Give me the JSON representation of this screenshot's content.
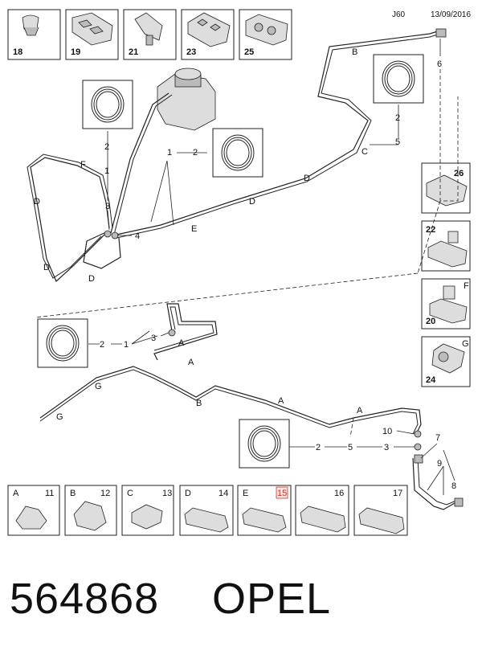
{
  "header": {
    "code": "J60",
    "date": "13/09/2016"
  },
  "top_thumbnails": [
    "18",
    "19",
    "21",
    "23",
    "25"
  ],
  "side_thumbnails": [
    {
      "num": "26",
      "letter": ""
    },
    {
      "num": "22",
      "letter": ""
    },
    {
      "num": "20",
      "letter": "F"
    },
    {
      "num": "24",
      "letter": "G"
    }
  ],
  "bottom_thumbnails": [
    {
      "letter": "A",
      "num": "11"
    },
    {
      "letter": "B",
      "num": "12"
    },
    {
      "letter": "C",
      "num": "13"
    },
    {
      "letter": "D",
      "num": "14"
    },
    {
      "letter": "E",
      "num": "15",
      "highlight": true
    },
    {
      "letter": "",
      "num": "16"
    },
    {
      "letter": "",
      "num": "17"
    }
  ],
  "callouts": {
    "n1": "1",
    "n2": "2",
    "n3": "3",
    "n4": "4",
    "n5": "5",
    "n6": "6",
    "n7": "7",
    "n8": "8",
    "n9": "9",
    "n10": "10"
  },
  "pipe_letters": {
    "a": "A",
    "b": "B",
    "c": "C",
    "d": "D",
    "e": "E",
    "f": "F",
    "g": "G"
  },
  "footer": {
    "part_number": "564868",
    "brand": "OPEL"
  },
  "colors": {
    "highlight": "#c0392b",
    "line": "#222222"
  }
}
